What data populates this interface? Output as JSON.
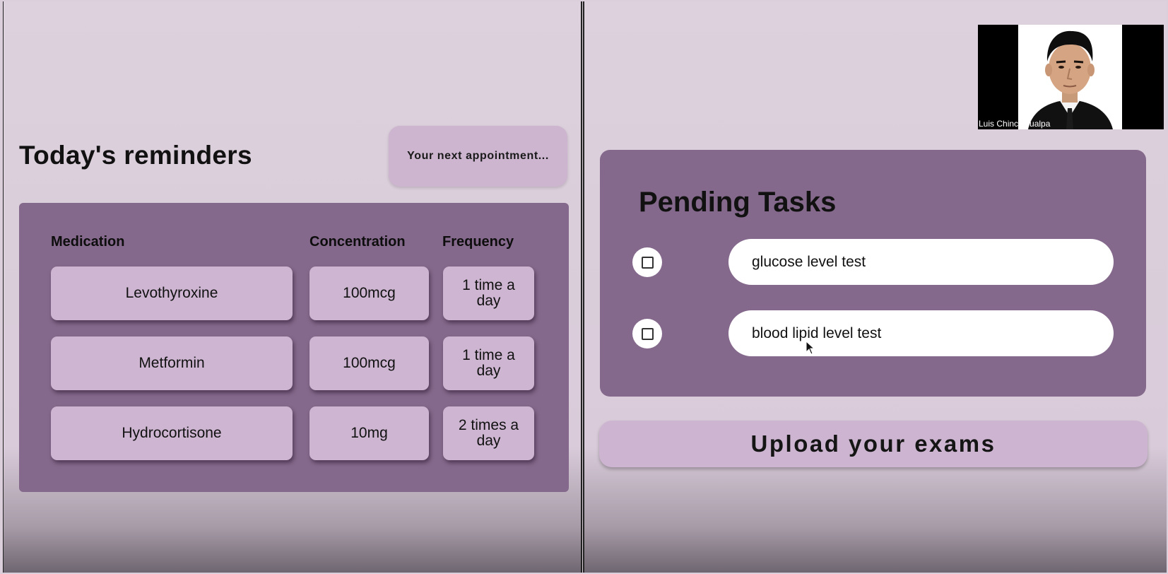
{
  "reminders": {
    "title": "Today's reminders",
    "next_appointment_label": "Your next appointment...",
    "headers": {
      "medication": "Medication",
      "concentration": "Concentration",
      "frequency": "Frequency"
    },
    "rows": [
      {
        "medication": "Levothyroxine",
        "concentration": "100mcg",
        "frequency": "1 time a day"
      },
      {
        "medication": "Metformin",
        "concentration": "100mcg",
        "frequency": "1 time a day"
      },
      {
        "medication": "Hydrocortisone",
        "concentration": "10mg",
        "frequency": "2 times a day"
      }
    ]
  },
  "tasks": {
    "title": "Pending Tasks",
    "items": [
      {
        "label": "glucose level test",
        "checked": false
      },
      {
        "label": "blood lipid level test",
        "checked": false
      }
    ]
  },
  "upload_label": "Upload your exams",
  "video": {
    "participant_name": "Luis Chinchihualpa"
  },
  "colors": {
    "panel": "#85698c",
    "cell": "#ceb6d2",
    "background": "#dccfdc"
  }
}
